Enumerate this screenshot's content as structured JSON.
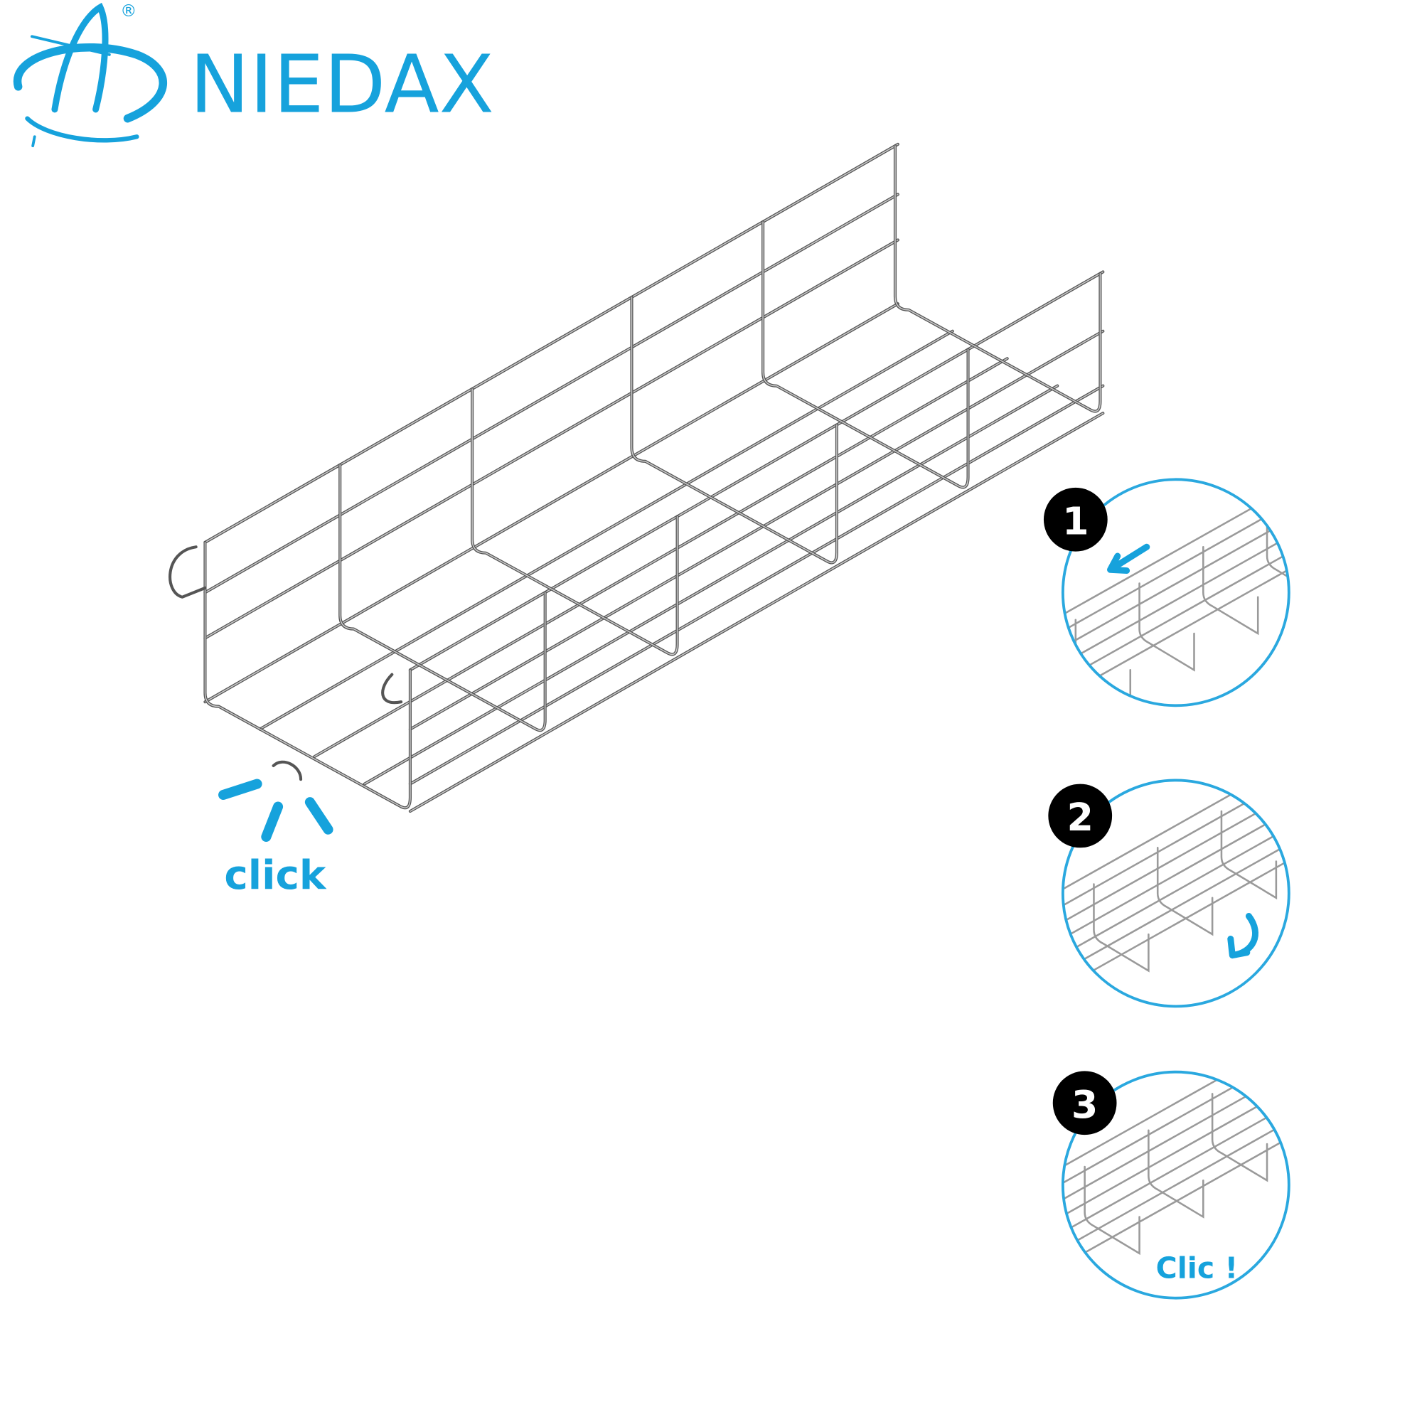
{
  "logo": {
    "name": "NIEDAX",
    "registered": "®"
  },
  "main_illustration": {
    "click_label": "click"
  },
  "steps": [
    {
      "number": "1"
    },
    {
      "number": "2"
    },
    {
      "number": "3",
      "caption": "Clic !"
    }
  ],
  "colors": {
    "brand": "#16a2dc",
    "wire": "#555555",
    "badge": "#000000"
  }
}
